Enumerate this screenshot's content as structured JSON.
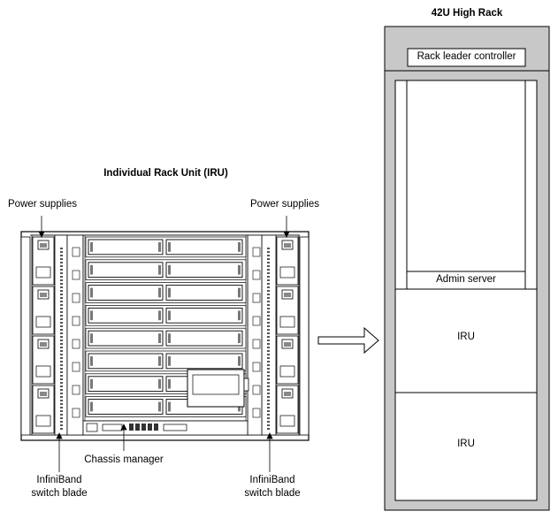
{
  "rack": {
    "title": "42U High Rack",
    "leader_controller": "Rack leader controller",
    "admin_server": "Admin server",
    "iru_upper": "IRU",
    "iru_lower": "IRU"
  },
  "iru_unit": {
    "title": "Individual Rack Unit (IRU)",
    "power_supplies_left": "Power supplies",
    "power_supplies_right": "Power supplies",
    "chassis_manager": "Chassis manager",
    "infiniband_left": [
      "InfiniBand",
      "switch blade"
    ],
    "infiniband_right": [
      "InfiniBand",
      "switch blade"
    ]
  },
  "colors": {
    "rack_frame": "#c8c8c8",
    "line": "#000000",
    "background": "#ffffff"
  }
}
